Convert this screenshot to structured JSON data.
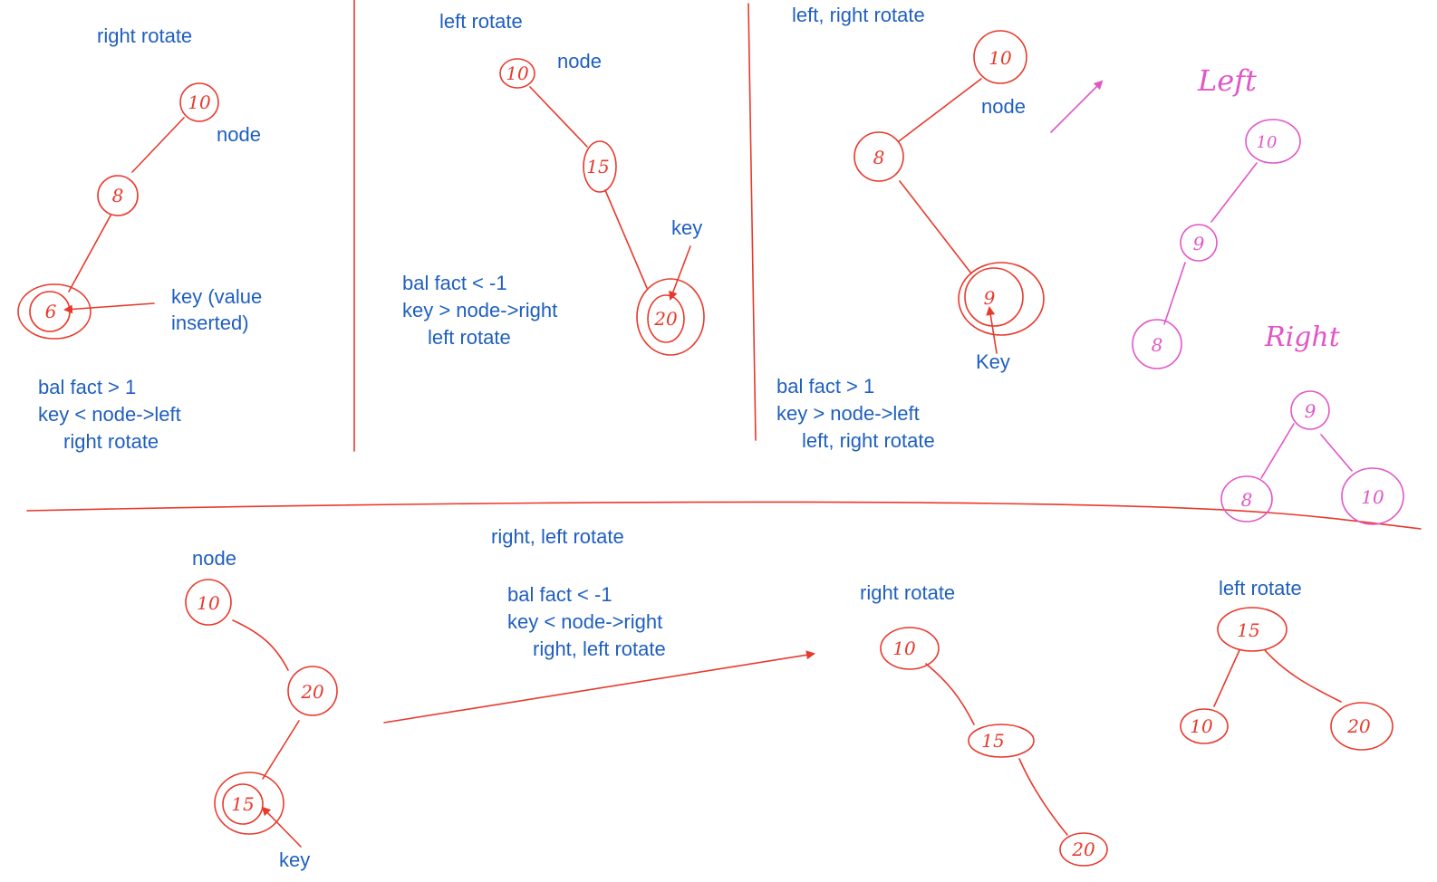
{
  "colors": {
    "text": "#1f5fbf",
    "ink_red": "#e8392c",
    "ink_pink": "#e255c7",
    "background": "#ffffff"
  },
  "panel1": {
    "heading": "right rotate",
    "node_label": "node",
    "key_label_1": "key (value",
    "key_label_2": "inserted)",
    "rule_1": "bal fact > 1",
    "rule_2": "key < node->left",
    "rule_3": "right rotate",
    "nodes": [
      "10",
      "8",
      "6"
    ]
  },
  "panel2": {
    "heading": "left rotate",
    "node_label": "node",
    "key_label": "key",
    "rule_1": "bal fact < -1",
    "rule_2": "key > node->right",
    "rule_3": "left rotate",
    "nodes": [
      "10",
      "15",
      "20"
    ]
  },
  "panel3": {
    "heading": "left, right rotate",
    "node_label": "node",
    "key_label": "Key",
    "rule_1": "bal fact > 1",
    "rule_2": "key > node->left",
    "rule_3": "left, right rotate",
    "nodes": [
      "10",
      "8",
      "9"
    ],
    "left_step_label": "Left",
    "left_step_nodes": [
      "10",
      "9",
      "8"
    ],
    "right_step_label": "Right",
    "right_step_nodes": [
      "9",
      "8",
      "10"
    ]
  },
  "panel4": {
    "heading": "right, left rotate",
    "node_label": "node",
    "key_label": "key",
    "rule_1": "bal fact < -1",
    "rule_2": "key < node->right",
    "rule_3": "right, left rotate",
    "nodes": [
      "10",
      "20",
      "15"
    ],
    "right_step_label": "right rotate",
    "right_step_nodes": [
      "10",
      "15",
      "20"
    ],
    "left_step_label": "left rotate",
    "left_step_nodes": [
      "15",
      "10",
      "20"
    ]
  }
}
